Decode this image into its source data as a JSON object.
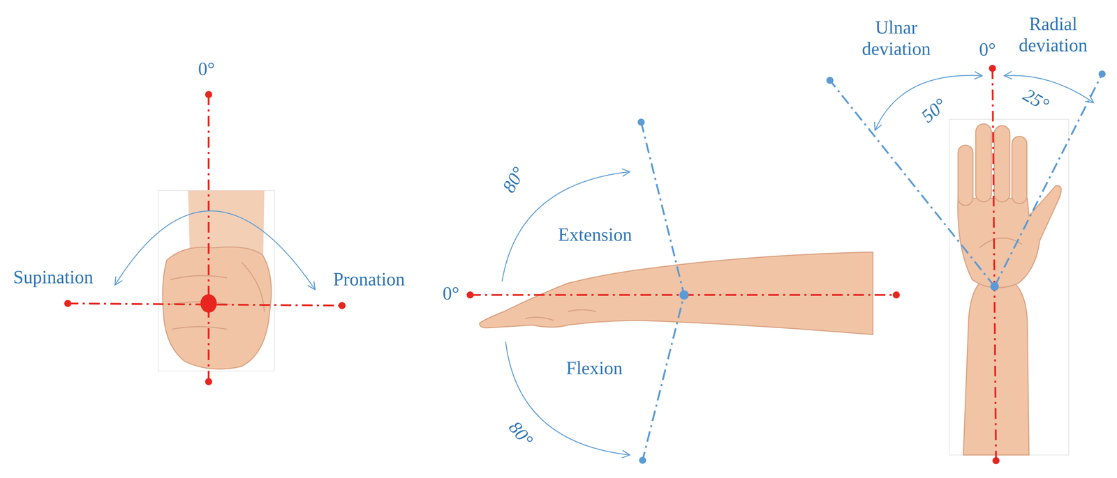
{
  "diagram": {
    "labels": [
      "0°",
      "Supination",
      "Pronation",
      "80°",
      "Extension",
      "Flexion",
      "80°",
      "0°",
      "Ulnar deviation",
      "0°",
      "Radial deviation",
      "50°",
      "25°"
    ]
  }
}
